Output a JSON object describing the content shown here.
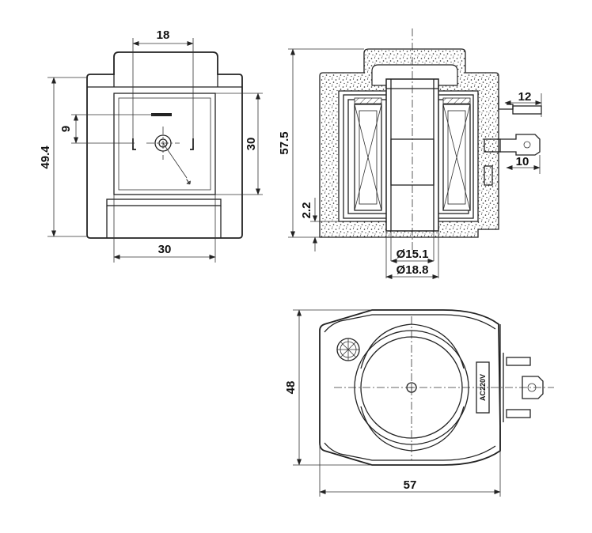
{
  "front_view": {
    "dim_top_width": "18",
    "dim_pin_offset": "9",
    "dim_left_height": "49.4",
    "dim_right_height": "30",
    "dim_bottom_width": "30",
    "terminal_mark": "⏚"
  },
  "section_view": {
    "dim_height": "57.5",
    "dim_base": "2.2",
    "dim_terminal_top": "12",
    "dim_terminal_mid": "10",
    "dim_inner_dia": "Ø15.1",
    "dim_outer_dia": "Ø18.8"
  },
  "top_view": {
    "dim_height": "48",
    "dim_width": "57",
    "voltage_label": "AC220V"
  }
}
